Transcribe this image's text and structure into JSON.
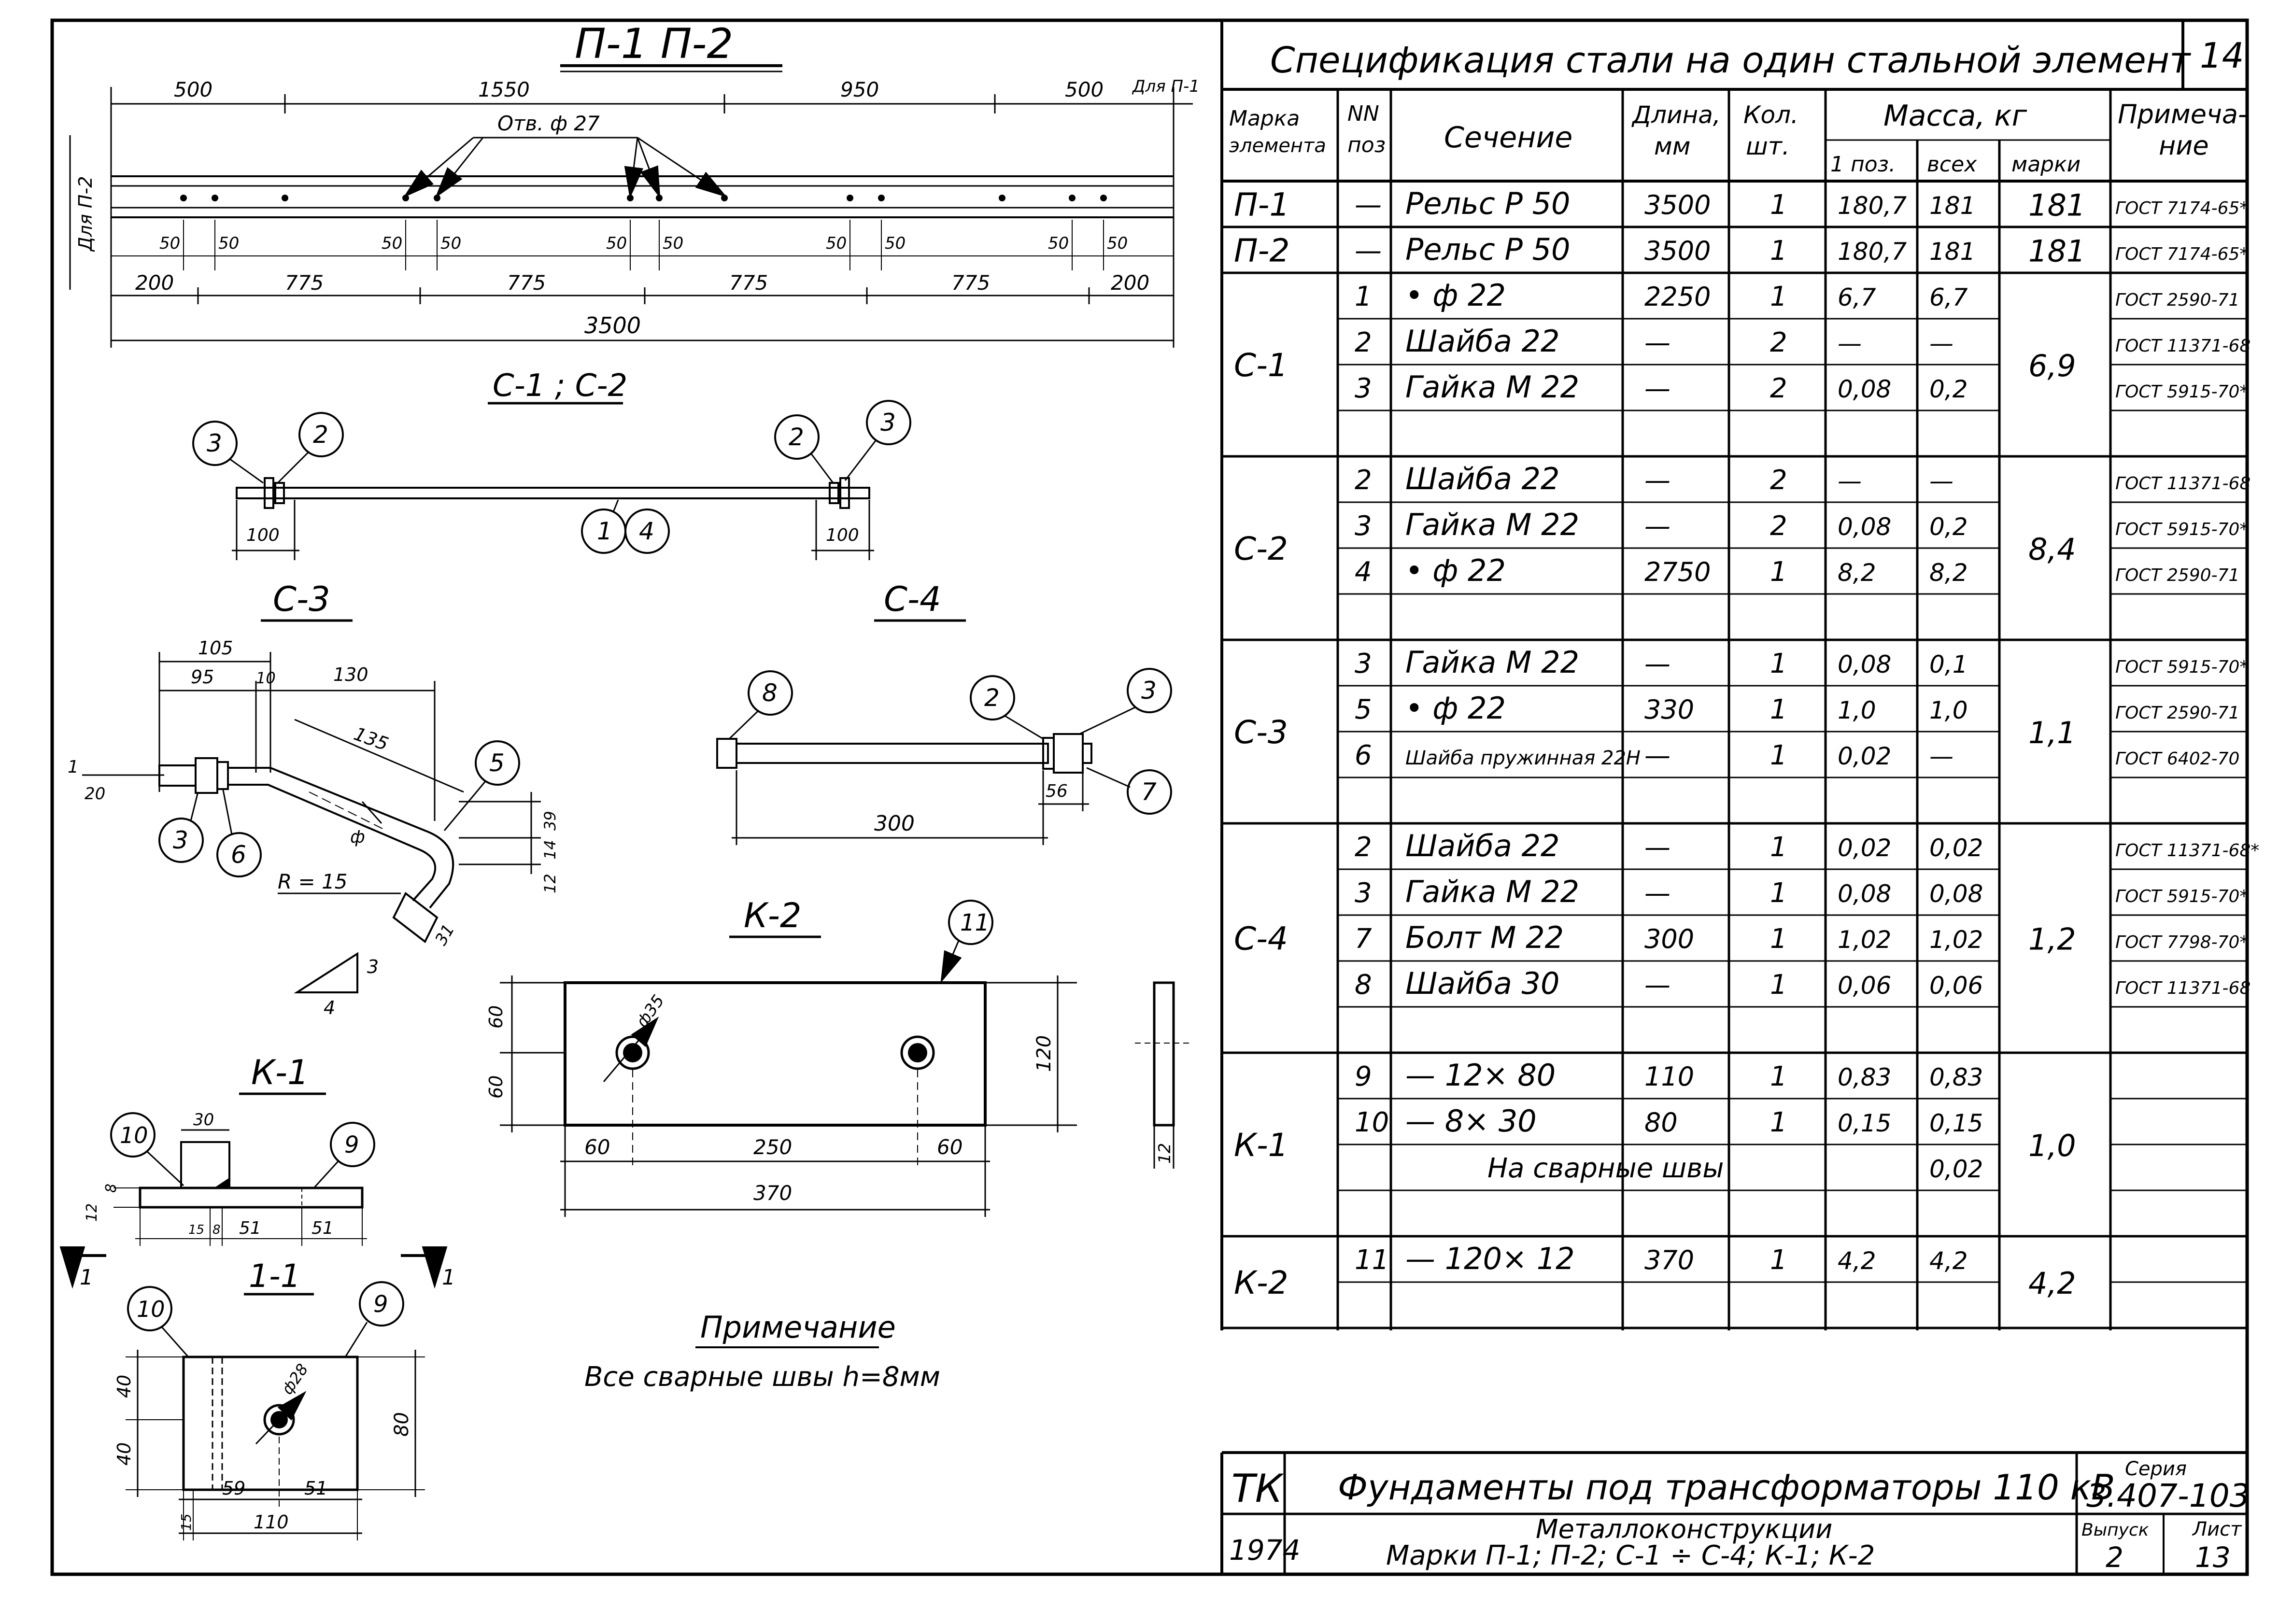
{
  "drawings": {
    "title_p": "П-1 П-2",
    "rail_dims_top": [
      "500",
      "1550",
      "950",
      "500"
    ],
    "rail_note_p1": "Для П-1",
    "rail_note_p2": "Для П-2",
    "rail_hole_label": "Отв. ф 27",
    "rail_dims_bottom": [
      "200",
      "775",
      "775",
      "775",
      "775",
      "200"
    ],
    "rail_dims_50": [
      "50",
      "50",
      "50",
      "50",
      "50",
      "50",
      "50",
      "50",
      "50",
      "50"
    ],
    "rail_total": "3500",
    "title_c12": "С-1 ; С-2",
    "c12_callouts": [
      "3",
      "2",
      "1",
      "4",
      "2",
      "3"
    ],
    "c12_dims": [
      "100",
      "100"
    ],
    "title_c3": "С-3",
    "c3_dims": [
      "105",
      "95",
      "10",
      "130",
      "135",
      "20",
      "39",
      "14",
      "12",
      "31",
      "3",
      "4"
    ],
    "c3_radius": "R = 15",
    "c3_callouts": [
      "3",
      "6",
      "5"
    ],
    "c3_marks": [
      "1",
      "ф"
    ],
    "title_c4": "С-4",
    "c4_callouts": [
      "8",
      "2",
      "3",
      "7"
    ],
    "c4_dims": [
      "56",
      "300"
    ],
    "title_k2": "К-2",
    "k2_callout": "11",
    "k2_dims": [
      "60",
      "60",
      "120",
      "60",
      "250",
      "60",
      "370",
      "12"
    ],
    "k2_hole": "ф35",
    "title_k1": "К-1",
    "k1_callouts": [
      "10",
      "9"
    ],
    "k1_dims": [
      "30",
      "12",
      "8",
      "15",
      "8",
      "51",
      "51"
    ],
    "section_marks": [
      "1",
      "1"
    ],
    "title_11": "1-1",
    "s11_callouts": [
      "10",
      "9"
    ],
    "s11_dims": [
      "40",
      "40",
      "80",
      "59",
      "51",
      "110",
      "15"
    ],
    "s11_hole": "ф28",
    "note_title": "Примечание",
    "note_text": "Все сварные швы h=8мм"
  },
  "spec": {
    "title": "Спецификация стали на один стальной элемент",
    "sheet_no": "14",
    "headers": {
      "mark": "Марка элемента",
      "pos": "NN поз",
      "section": "Сечение",
      "length": "Длина, мм",
      "qty": "Кол. шт.",
      "mass": "Масса, кг",
      "mass_one": "1 поз.",
      "mass_all": "всех",
      "mass_mark": "марки",
      "note": "Примечание"
    },
    "groups": [
      {
        "mark": "П-1",
        "mass_mark": "181",
        "rows": [
          {
            "pos": "—",
            "section": "Рельс Р 50",
            "length": "3500",
            "qty": "1",
            "one": "180,7",
            "all": "181",
            "note": "ГОСТ 7174-65*"
          }
        ]
      },
      {
        "mark": "П-2",
        "mass_mark": "181",
        "rows": [
          {
            "pos": "—",
            "section": "Рельс Р 50",
            "length": "3500",
            "qty": "1",
            "one": "180,7",
            "all": "181",
            "note": "ГОСТ 7174-65*"
          }
        ]
      },
      {
        "mark": "С-1",
        "mass_mark": "6,9",
        "rows": [
          {
            "pos": "1",
            "section": "• ф 22",
            "length": "2250",
            "qty": "1",
            "one": "6,7",
            "all": "6,7",
            "note": "ГОСТ 2590-71"
          },
          {
            "pos": "2",
            "section": "Шайба 22",
            "length": "—",
            "qty": "2",
            "one": "—",
            "all": "—",
            "note": "ГОСТ 11371-68"
          },
          {
            "pos": "3",
            "section": "Гайка М 22",
            "length": "—",
            "qty": "2",
            "one": "0,08",
            "all": "0,2",
            "note": "ГОСТ 5915-70*"
          },
          {
            "pos": "",
            "section": "",
            "length": "",
            "qty": "",
            "one": "",
            "all": "",
            "note": ""
          }
        ]
      },
      {
        "mark": "С-2",
        "mass_mark": "8,4",
        "rows": [
          {
            "pos": "2",
            "section": "Шайба 22",
            "length": "—",
            "qty": "2",
            "one": "—",
            "all": "—",
            "note": "ГОСТ 11371-68"
          },
          {
            "pos": "3",
            "section": "Гайка М 22",
            "length": "—",
            "qty": "2",
            "one": "0,08",
            "all": "0,2",
            "note": "ГОСТ 5915-70*"
          },
          {
            "pos": "4",
            "section": "• ф 22",
            "length": "2750",
            "qty": "1",
            "one": "8,2",
            "all": "8,2",
            "note": "ГОСТ 2590-71"
          },
          {
            "pos": "",
            "section": "",
            "length": "",
            "qty": "",
            "one": "",
            "all": "",
            "note": ""
          }
        ]
      },
      {
        "mark": "С-3",
        "mass_mark": "1,1",
        "rows": [
          {
            "pos": "3",
            "section": "Гайка М 22",
            "length": "—",
            "qty": "1",
            "one": "0,08",
            "all": "0,1",
            "note": "ГОСТ 5915-70*"
          },
          {
            "pos": "5",
            "section": "• ф 22",
            "length": "330",
            "qty": "1",
            "one": "1,0",
            "all": "1,0",
            "note": "ГОСТ 2590-71"
          },
          {
            "pos": "6",
            "section": "Шайба пружинная 22Н",
            "length": "—",
            "qty": "1",
            "one": "0,02",
            "all": "—",
            "note": "ГОСТ 6402-70"
          },
          {
            "pos": "",
            "section": "",
            "length": "",
            "qty": "",
            "one": "",
            "all": "",
            "note": ""
          }
        ]
      },
      {
        "mark": "С-4",
        "mass_mark": "1,2",
        "rows": [
          {
            "pos": "2",
            "section": "Шайба 22",
            "length": "—",
            "qty": "1",
            "one": "0,02",
            "all": "0,02",
            "note": "ГОСТ 11371-68*"
          },
          {
            "pos": "3",
            "section": "Гайка М 22",
            "length": "—",
            "qty": "1",
            "one": "0,08",
            "all": "0,08",
            "note": "ГОСТ 5915-70*"
          },
          {
            "pos": "7",
            "section": "Болт М 22",
            "length": "300",
            "qty": "1",
            "one": "1,02",
            "all": "1,02",
            "note": "ГОСТ 7798-70*"
          },
          {
            "pos": "8",
            "section": "Шайба 30",
            "length": "—",
            "qty": "1",
            "one": "0,06",
            "all": "0,06",
            "note": "ГОСТ 11371-68"
          },
          {
            "pos": "",
            "section": "",
            "length": "",
            "qty": "",
            "one": "",
            "all": "",
            "note": ""
          }
        ]
      },
      {
        "mark": "К-1",
        "mass_mark": "1,0",
        "rows": [
          {
            "pos": "9",
            "section": "— 12× 80",
            "length": "110",
            "qty": "1",
            "one": "0,83",
            "all": "0,83",
            "note": ""
          },
          {
            "pos": "10",
            "section": "— 8× 30",
            "length": "80",
            "qty": "1",
            "one": "0,15",
            "all": "0,15",
            "note": ""
          },
          {
            "pos": "",
            "section": "На сварные швы",
            "length": "",
            "qty": "",
            "one": "",
            "all": "0,02",
            "note": "",
            "span": true
          },
          {
            "pos": "",
            "section": "",
            "length": "",
            "qty": "",
            "one": "",
            "all": "",
            "note": ""
          }
        ]
      },
      {
        "mark": "К-2",
        "mass_mark": "4,2",
        "rows": [
          {
            "pos": "11",
            "section": "— 120× 12",
            "length": "370",
            "qty": "1",
            "one": "4,2",
            "all": "4,2",
            "note": ""
          },
          {
            "pos": "",
            "section": "",
            "length": "",
            "qty": "",
            "one": "",
            "all": "",
            "note": ""
          }
        ]
      }
    ]
  },
  "stamp": {
    "org": "ТК",
    "year": "1974",
    "title": "Фундаменты под трансформаторы 110 кВ",
    "subtitle_1": "Металлоконструкции",
    "subtitle_2": "Марки П-1; П-2; С-1 ÷ С-4; К-1; К-2",
    "series_label": "Серия",
    "series": "3.407-103",
    "issue_label": "Выпуск",
    "issue": "2",
    "sheet_label": "Лист",
    "sheet": "13"
  }
}
